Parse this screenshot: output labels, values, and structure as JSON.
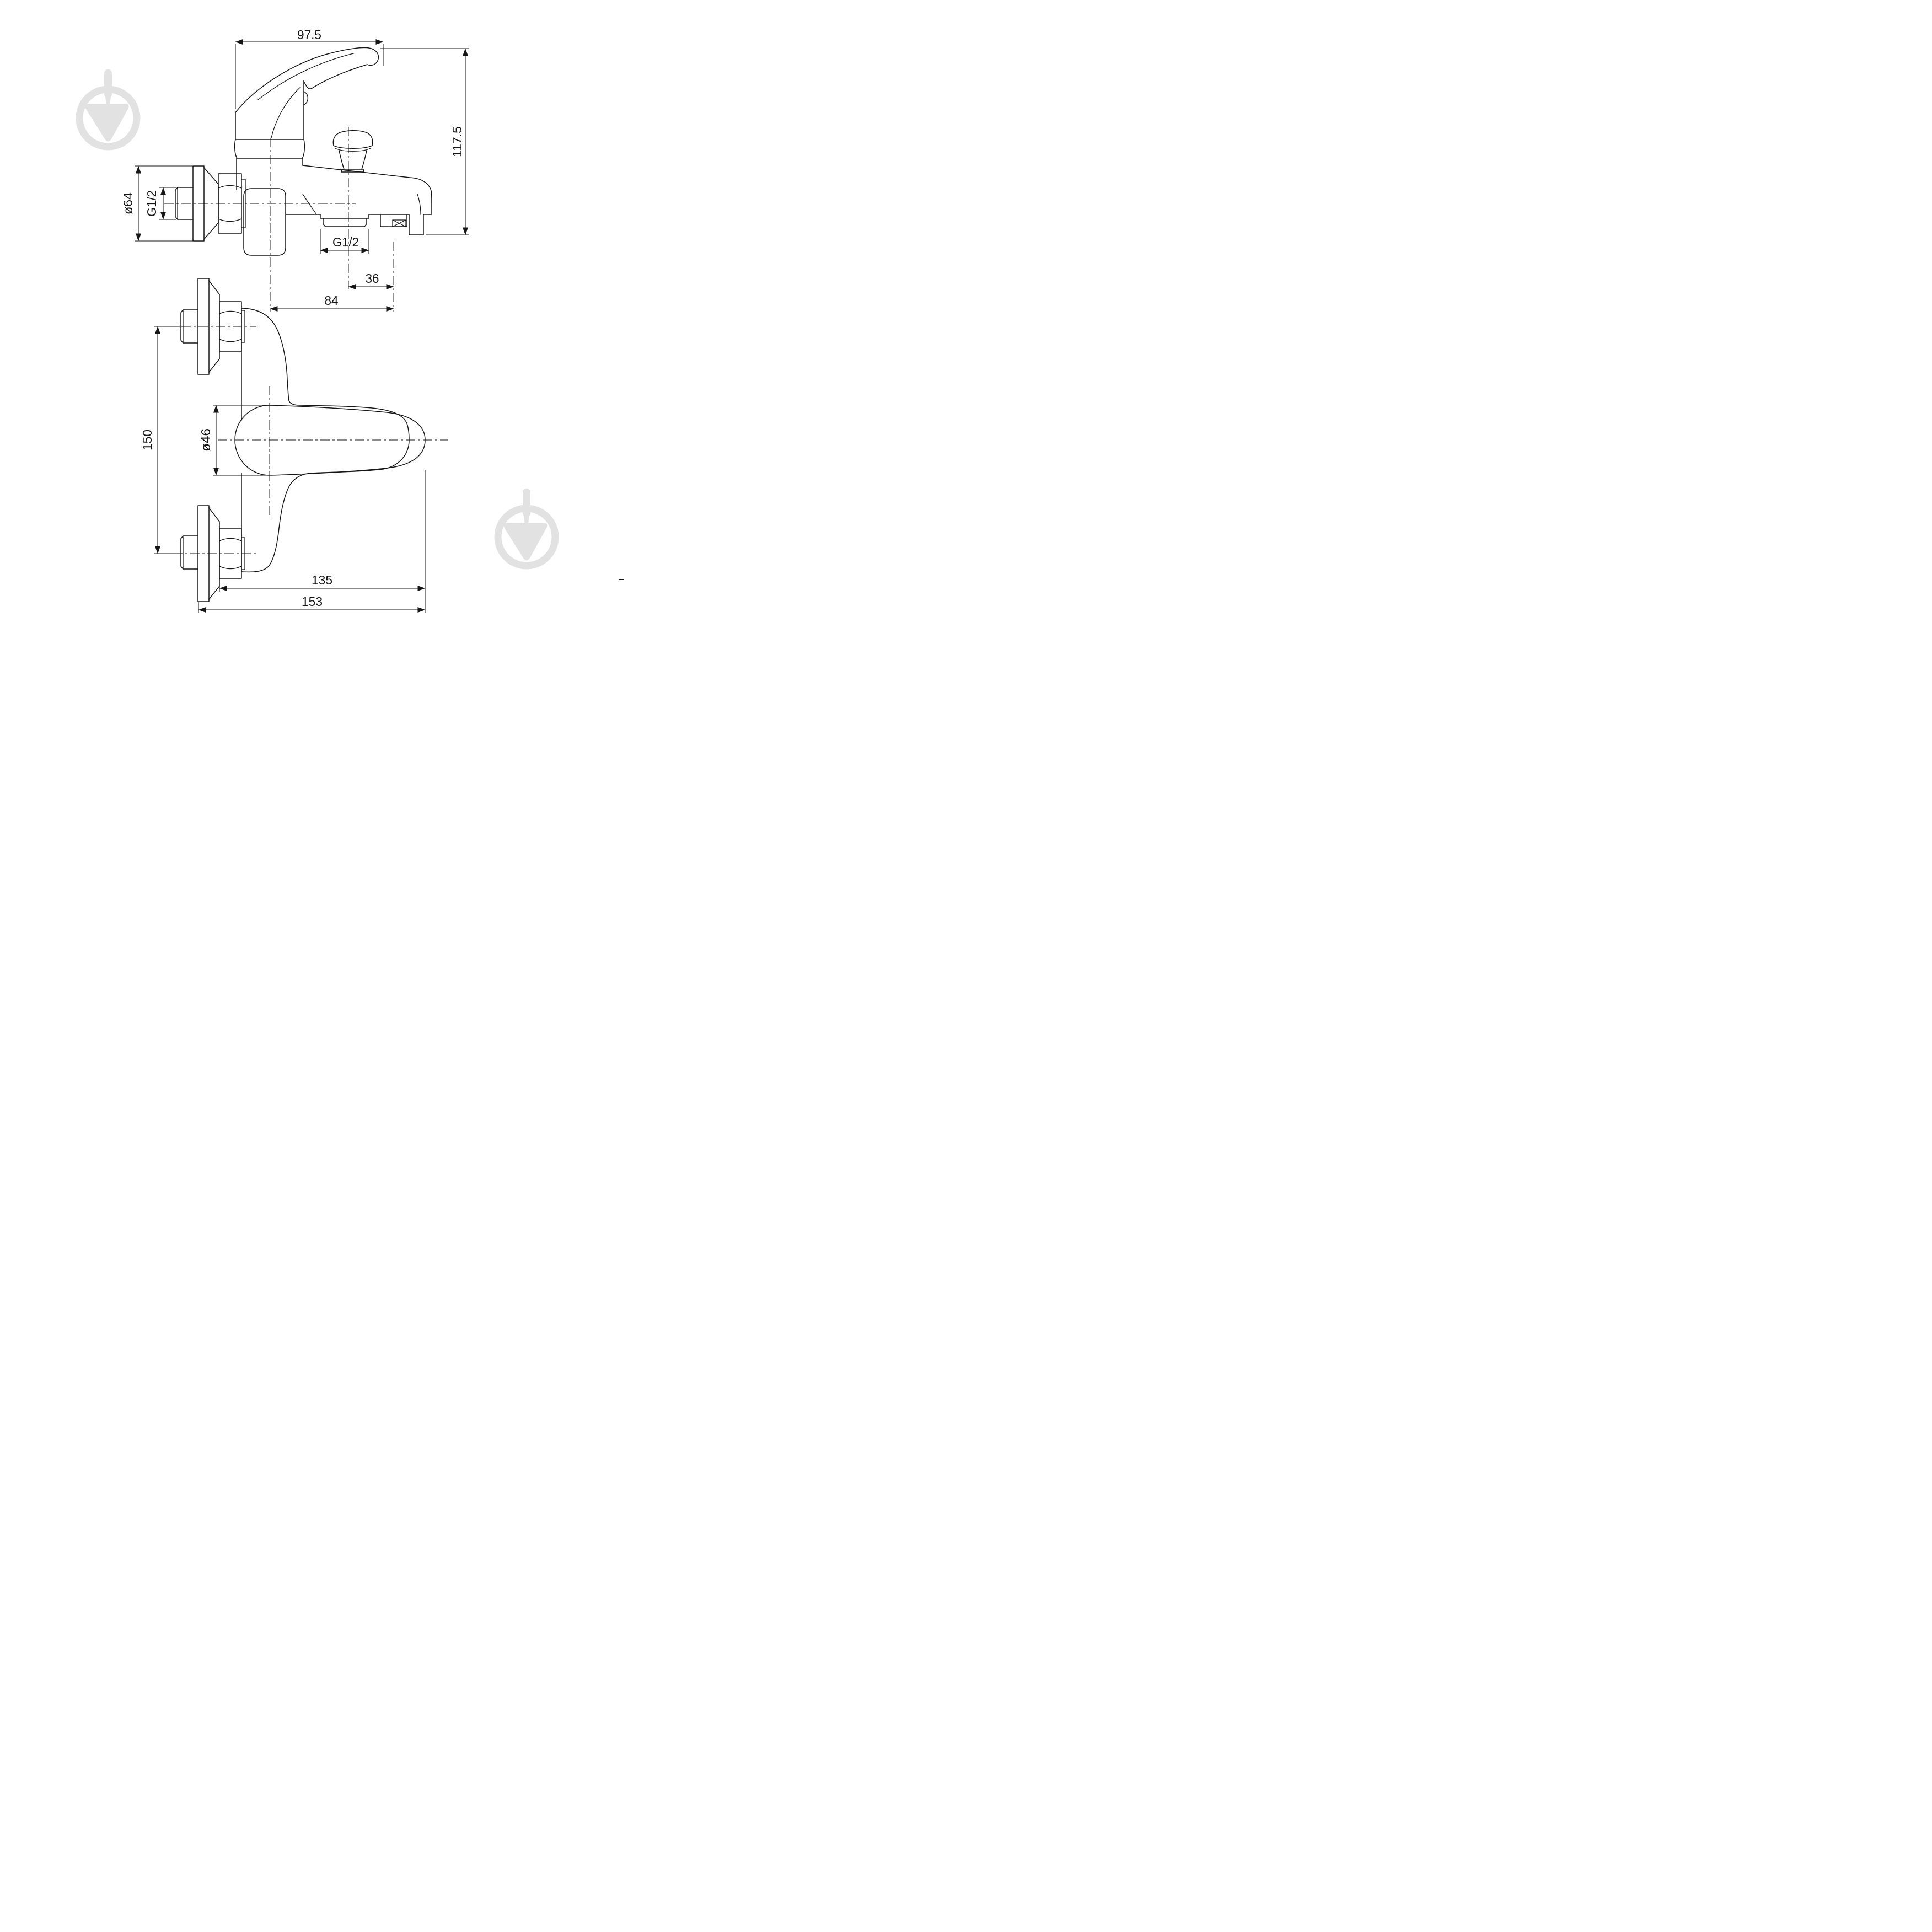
{
  "drawing": {
    "type": "technical-drawing",
    "subject": "wall-mounted single-lever bath mixer, two orthographic views",
    "line_color": "#161616",
    "watermark_color": "#e2e2e2",
    "views": {
      "side": {
        "name": "side elevation",
        "dims": {
          "spout_reach": "97.5",
          "total_height": "117.5",
          "flange_diameter": "ø64",
          "wall_thread": "G1/2",
          "shower_outlet_thread": "G1/2",
          "outlet_to_aerator": "36",
          "axis_to_aerator": "84"
        }
      },
      "plan": {
        "name": "plan / front view",
        "dims": {
          "pipe_spacing": "150",
          "handle_diameter": "ø46",
          "projection_to_flange": "135",
          "projection_total": "153"
        }
      }
    },
    "watermark": {
      "icon": "trowel-in-ring"
    }
  }
}
